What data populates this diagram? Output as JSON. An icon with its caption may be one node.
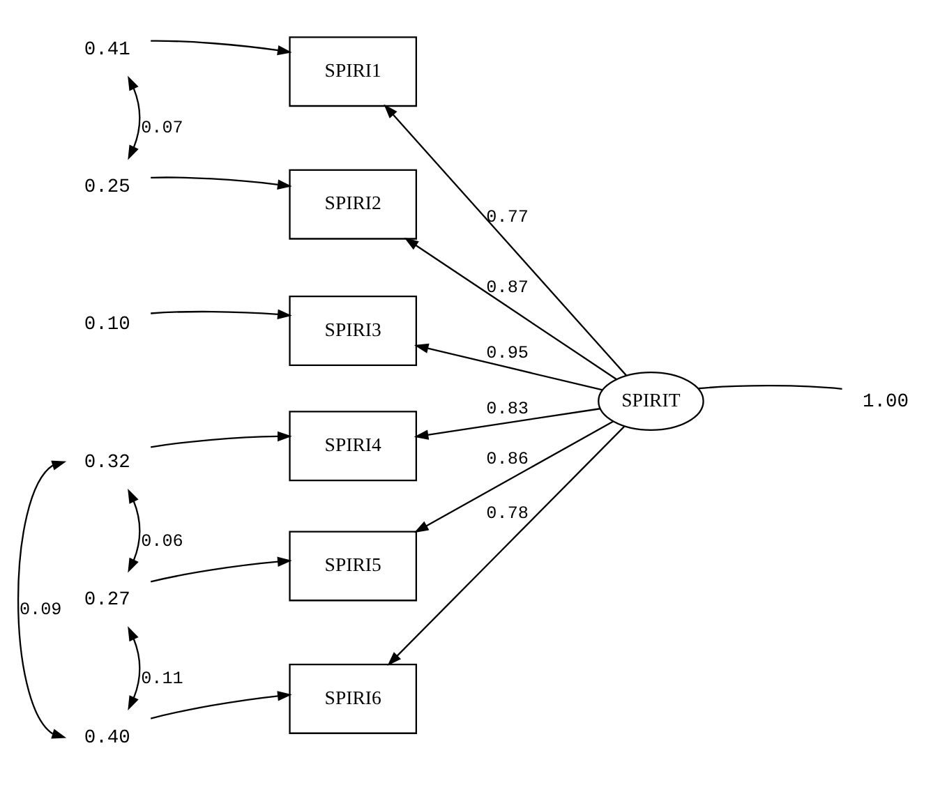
{
  "diagram": {
    "nodes": [
      {
        "text": [
          "SPIRI1"
        ]
      },
      {
        "text": [
          "SPIRI2"
        ]
      },
      {
        "text": [
          "SPIRI3"
        ]
      },
      {
        "text": [
          "SPIRI4"
        ]
      },
      {
        "text": [
          "SPIRI5"
        ]
      },
      {
        "text": [
          "SPIRI6"
        ]
      },
      {
        "text": [
          "SPIRIT"
        ]
      },
      {
        "text": [
          "1.00"
        ]
      },
      {
        "text": [
          "0.41"
        ]
      },
      {
        "text": [
          "0.25"
        ]
      },
      {
        "text": [
          "0.10"
        ]
      },
      {
        "text": [
          "0.32"
        ]
      },
      {
        "text": [
          "0.27"
        ]
      },
      {
        "text": [
          "0.40"
        ]
      }
    ],
    "edges": [
      {
        "from": 6,
        "to": 0,
        "arrow": "to",
        "label": "0.77"
      },
      {
        "from": 6,
        "to": 1,
        "arrow": "to",
        "label": "0.87"
      },
      {
        "from": 6,
        "to": 2,
        "arrow": "to",
        "label": "0.95"
      },
      {
        "from": 6,
        "to": 3,
        "arrow": "to",
        "label": "0.83"
      },
      {
        "from": 6,
        "to": 4,
        "arrow": "to",
        "label": "0.86"
      },
      {
        "from": 6,
        "to": 5,
        "arrow": "to",
        "label": "0.78"
      },
      {
        "from": 6,
        "to": 7,
        "arrow": "none"
      },
      {
        "from": 8,
        "to": 0,
        "arrow": "to"
      },
      {
        "from": 9,
        "to": 1,
        "arrow": "to"
      },
      {
        "from": 10,
        "to": 2,
        "arrow": "to"
      },
      {
        "from": 11,
        "to": 3,
        "arrow": "to"
      },
      {
        "from": 12,
        "to": 4,
        "arrow": "to"
      },
      {
        "from": 13,
        "to": 5,
        "arrow": "to"
      },
      {
        "from": 8,
        "to": 9,
        "arrow": "both",
        "label": "0.07"
      },
      {
        "from": 11,
        "to": 12,
        "arrow": "both",
        "label": "0.06"
      },
      {
        "from": 11,
        "to": 13,
        "arrow": "both",
        "label": "0.09"
      },
      {
        "from": 12,
        "to": 13,
        "arrow": "both",
        "label": "0.11"
      }
    ]
  }
}
